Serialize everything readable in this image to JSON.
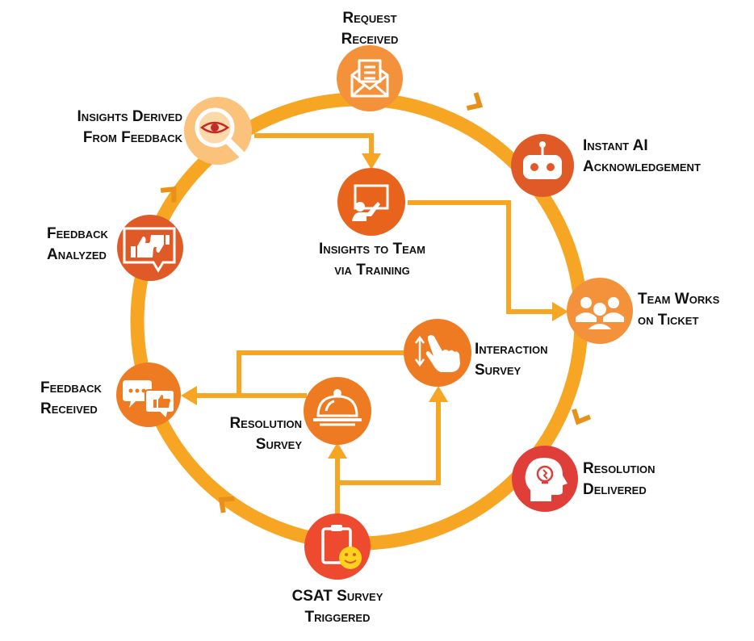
{
  "colors": {
    "ring": "#F6A623",
    "ring_arrow": "#E8901A",
    "connector": "#F6A623",
    "node_light": "#F4923C",
    "node_mid": "#EE7A22",
    "node_dark": "#E05A28",
    "node_red": "#E03E38",
    "node_pale": "#FAC27A",
    "smiley": "#FFD21F",
    "text": "#111111"
  },
  "nodes": {
    "request_received": {
      "line1": "Request",
      "line2": "Received",
      "icon": "envelope-icon"
    },
    "instant_ai": {
      "line1": "Instant AI",
      "line2": "Acknowledgement",
      "icon": "robot-icon"
    },
    "team_works": {
      "line1": "Team Works",
      "line2": "on Ticket",
      "icon": "team-icon"
    },
    "resolution_delivered": {
      "line1": "Resolution",
      "line2": "Delivered",
      "icon": "lightbulb-head-icon"
    },
    "csat_triggered": {
      "line1": "CSAT Survey",
      "line2": "Triggered",
      "icon": "clipboard-smiley-icon"
    },
    "resolution_survey": {
      "line1": "Resolution",
      "line2": "Survey",
      "icon": "cloche-icon"
    },
    "interaction_survey": {
      "line1": "Interaction",
      "line2": "Survey",
      "icon": "touch-hand-icon"
    },
    "feedback_received": {
      "line1": "Feedback",
      "line2": "Received",
      "icon": "chat-thumbsup-icon"
    },
    "feedback_analyzed": {
      "line1": "Feedback",
      "line2": "Analyzed",
      "icon": "thumbs-compare-icon"
    },
    "insights_derived": {
      "line1": "Insights Derived",
      "line2": "From Feedback",
      "icon": "magnifier-eye-icon"
    },
    "insights_training": {
      "line1": "Insights to Team",
      "line2": "via Training",
      "icon": "presentation-icon"
    }
  }
}
